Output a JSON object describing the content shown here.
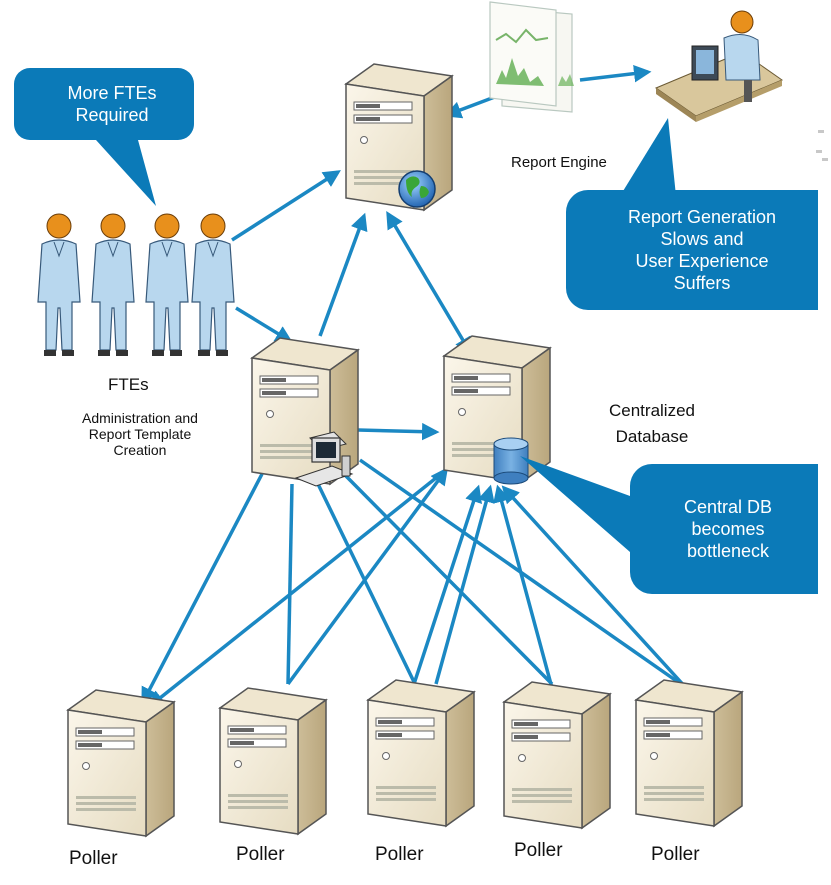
{
  "callouts": {
    "more_ftes": [
      "More FTEs",
      "Required"
    ],
    "report_generation": [
      "Report Generation",
      "Slows and",
      "User Experience",
      "Suffers"
    ],
    "central_db": [
      "Central DB",
      "becomes",
      "bottleneck"
    ]
  },
  "labels": {
    "report_engine": "Report Engine",
    "ftes": "FTEs",
    "admin": [
      "Administration and",
      "Report Template",
      "Creation"
    ],
    "centralized_db": [
      "Centralized",
      "Database"
    ]
  },
  "pollers": [
    "Poller",
    "Poller",
    "Poller",
    "Poller",
    "Poller"
  ],
  "colors": {
    "callout": "#0b7ab8",
    "arrow": "#1b88c3",
    "server_face": "#f4ecd8",
    "server_side": "#d2c29f",
    "person_body": "#b8d7ee",
    "person_head": "#e8901c",
    "db": "#5b9bd5"
  },
  "icons": [
    "server-icon",
    "globe-icon",
    "database-icon",
    "workstation-icon",
    "person-icon",
    "report-document-icon",
    "user-at-desk-icon"
  ]
}
